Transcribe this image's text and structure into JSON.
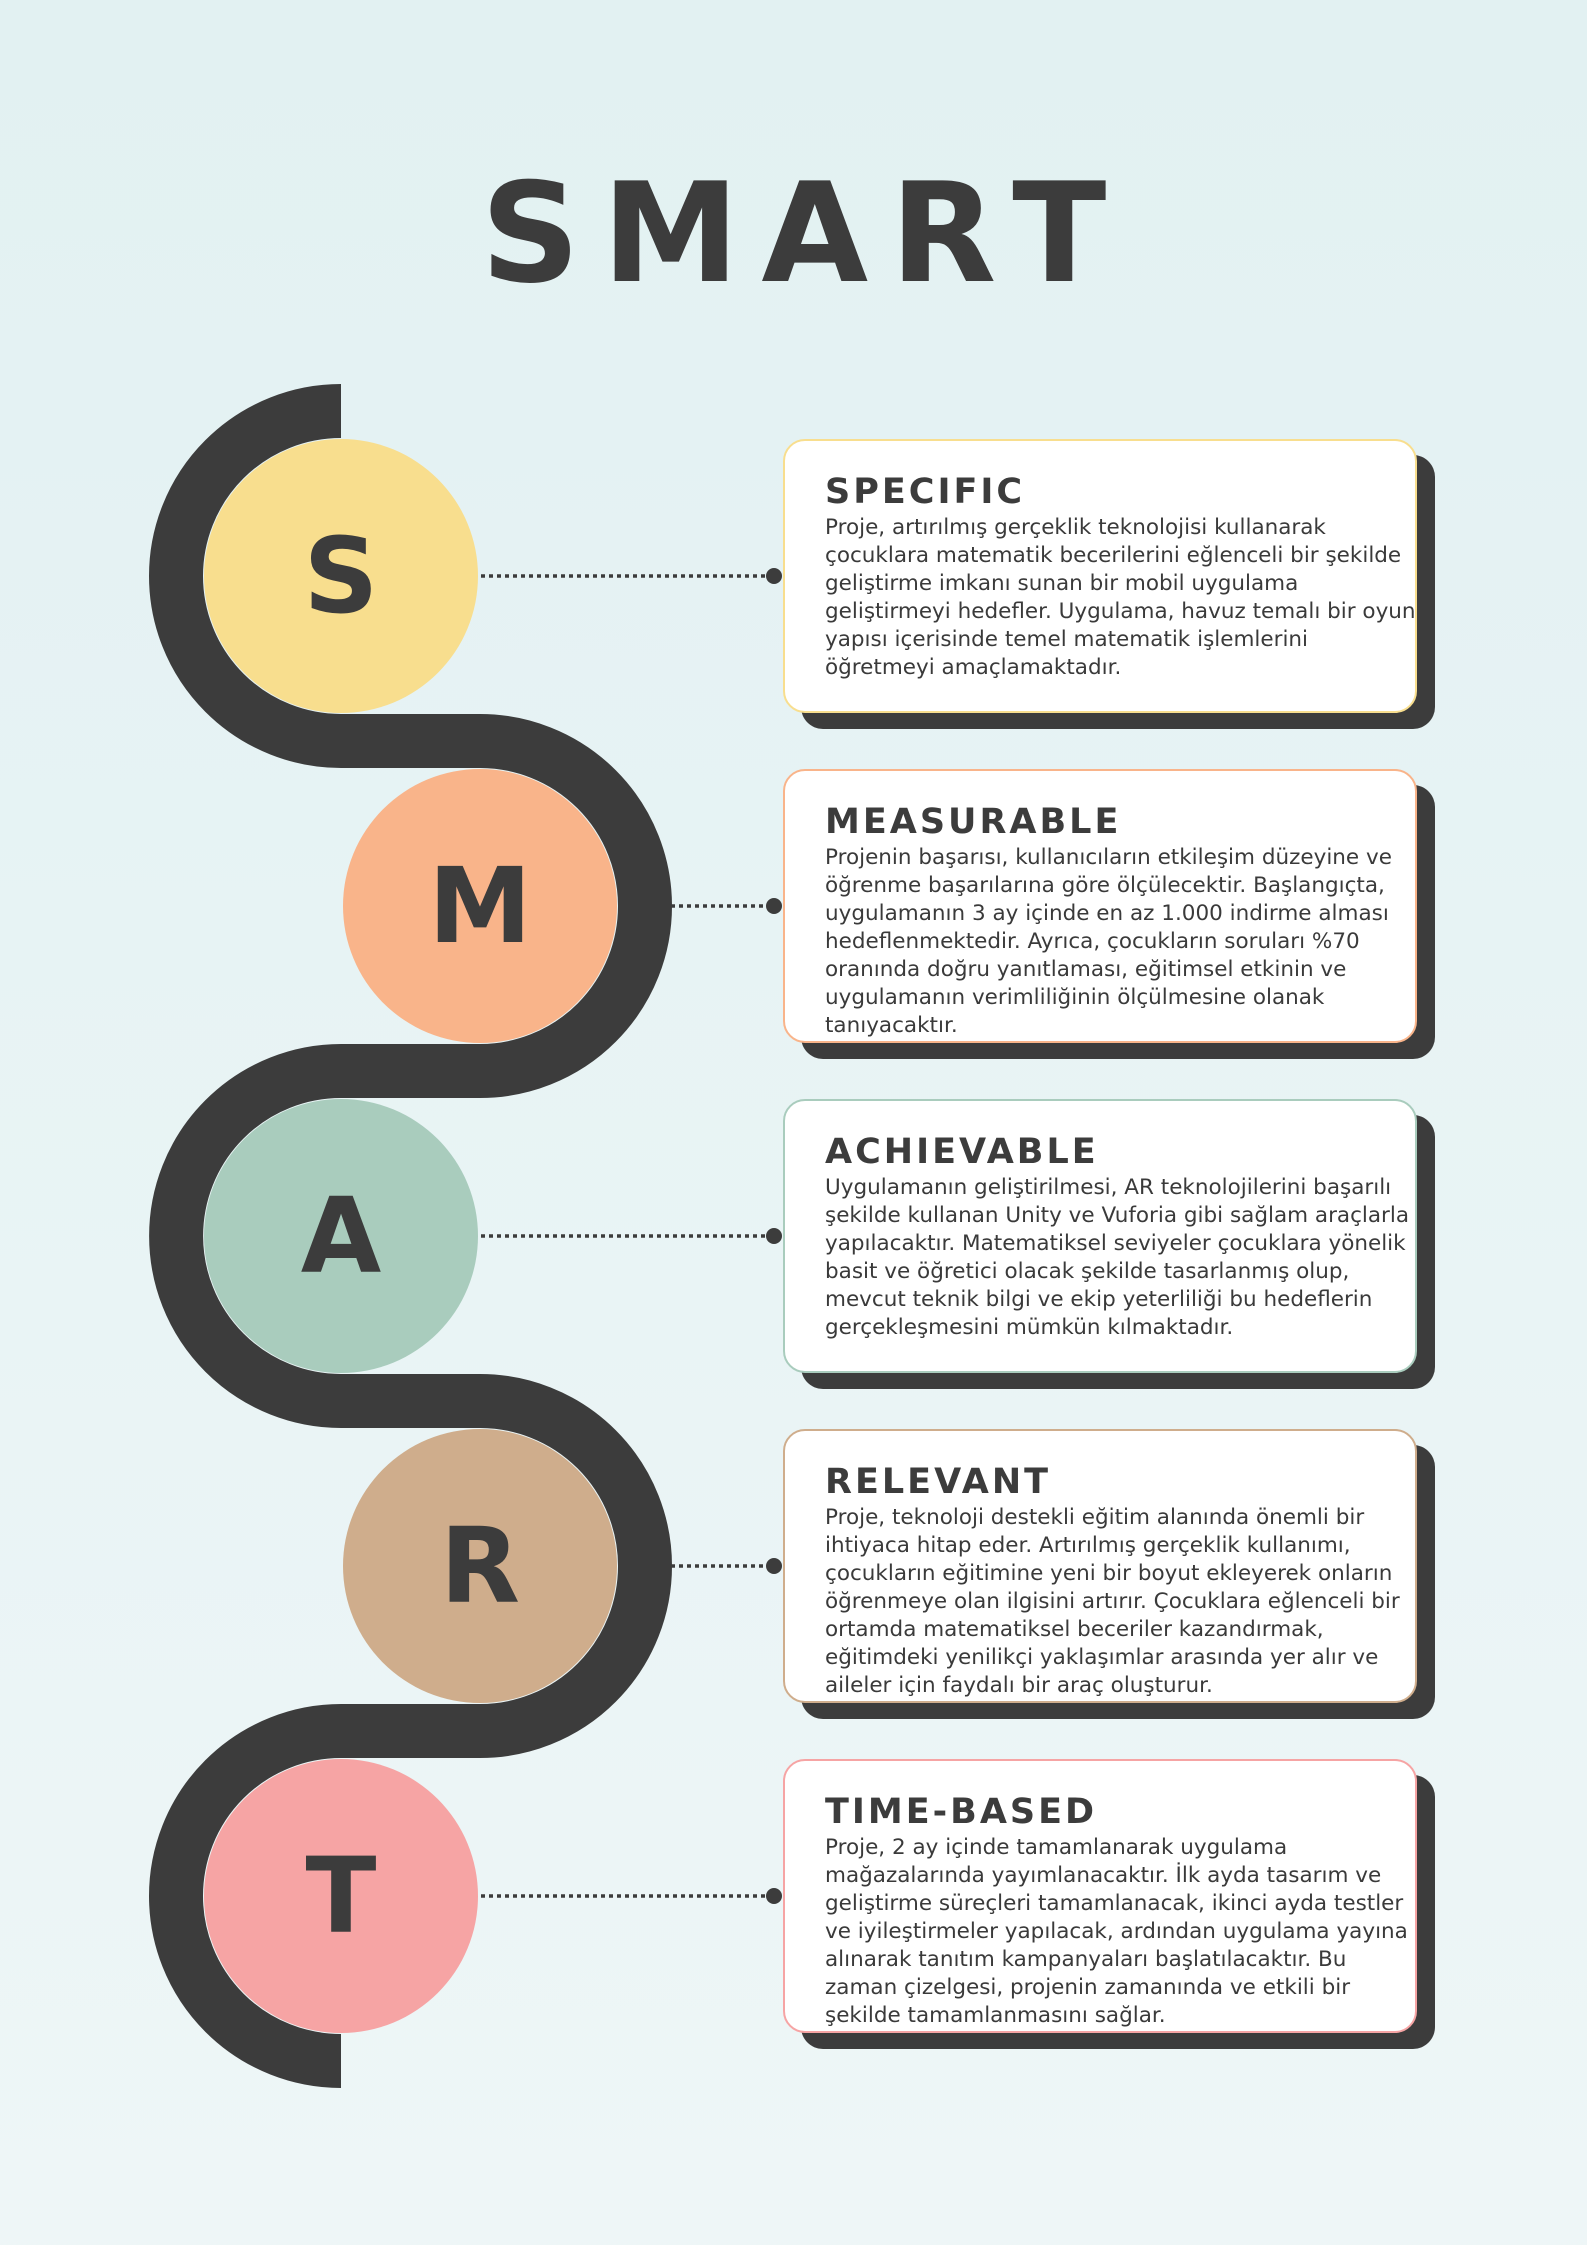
{
  "title": "SMART",
  "colors": {
    "snake": "#3c3c3c",
    "specific": "#f8de8e",
    "measurable": "#f9b48a",
    "achievable": "#a9ccbd",
    "relevant": "#cfad8c",
    "time_based": "#f6a4a4"
  },
  "items": [
    {
      "letter": "S",
      "heading": "SPECIFIC",
      "body": "Proje, artırılmış gerçeklik teknolojisi kullanarak çocuklara matematik becerilerini eğlenceli bir şekilde geliştirme imkanı sunan bir mobil uygulama geliştirmeyi hedefler. Uygulama, havuz temalı bir oyun yapısı içerisinde temel matematik işlemlerini öğretmeyi amaçlamaktadır."
    },
    {
      "letter": "M",
      "heading": "MEASURABLE",
      "body": "Projenin başarısı, kullanıcıların etkileşim düzeyine ve öğrenme başarılarına göre ölçülecektir. Başlangıçta, uygulamanın 3 ay içinde en az 1.000 indirme alması hedeflenmektedir. Ayrıca, çocukların soruları %70 oranında doğru yanıtlaması, eğitimsel etkinin ve uygulamanın verimliliğinin ölçülmesine olanak tanıyacaktır."
    },
    {
      "letter": "A",
      "heading": "ACHIEVABLE",
      "body": "Uygulamanın geliştirilmesi, AR teknolojilerini başarılı şekilde kullanan Unity ve Vuforia gibi sağlam araçlarla yapılacaktır. Matematiksel seviyeler çocuklara yönelik basit ve öğretici olacak şekilde tasarlanmış olup, mevcut teknik bilgi ve ekip yeterliliği bu hedeflerin gerçekleşmesini mümkün kılmaktadır."
    },
    {
      "letter": "R",
      "heading": "RELEVANT",
      "body": "Proje, teknoloji destekli eğitim alanında önemli bir ihtiyaca hitap eder. Artırılmış gerçeklik kullanımı, çocukların eğitimine yeni bir boyut ekleyerek onların öğrenmeye olan ilgisini artırır. Çocuklara eğlenceli bir ortamda matematiksel beceriler kazandırmak, eğitimdeki yenilikçi yaklaşımlar arasında yer alır ve aileler için faydalı bir araç oluşturur."
    },
    {
      "letter": "T",
      "heading": "TIME-BASED",
      "body": "Proje, 2 ay içinde tamamlanarak uygulama mağazalarında yayımlanacaktır. İlk ayda tasarım ve geliştirme süreçleri tamamlanacak, ikinci ayda testler ve iyileştirmeler yapılacak, ardından uygulama yayına alınarak tanıtım kampanyaları başlatılacaktır. Bu zaman çizelgesi, projenin zamanında ve etkili bir şekilde tamamlanmasını sağlar."
    }
  ]
}
